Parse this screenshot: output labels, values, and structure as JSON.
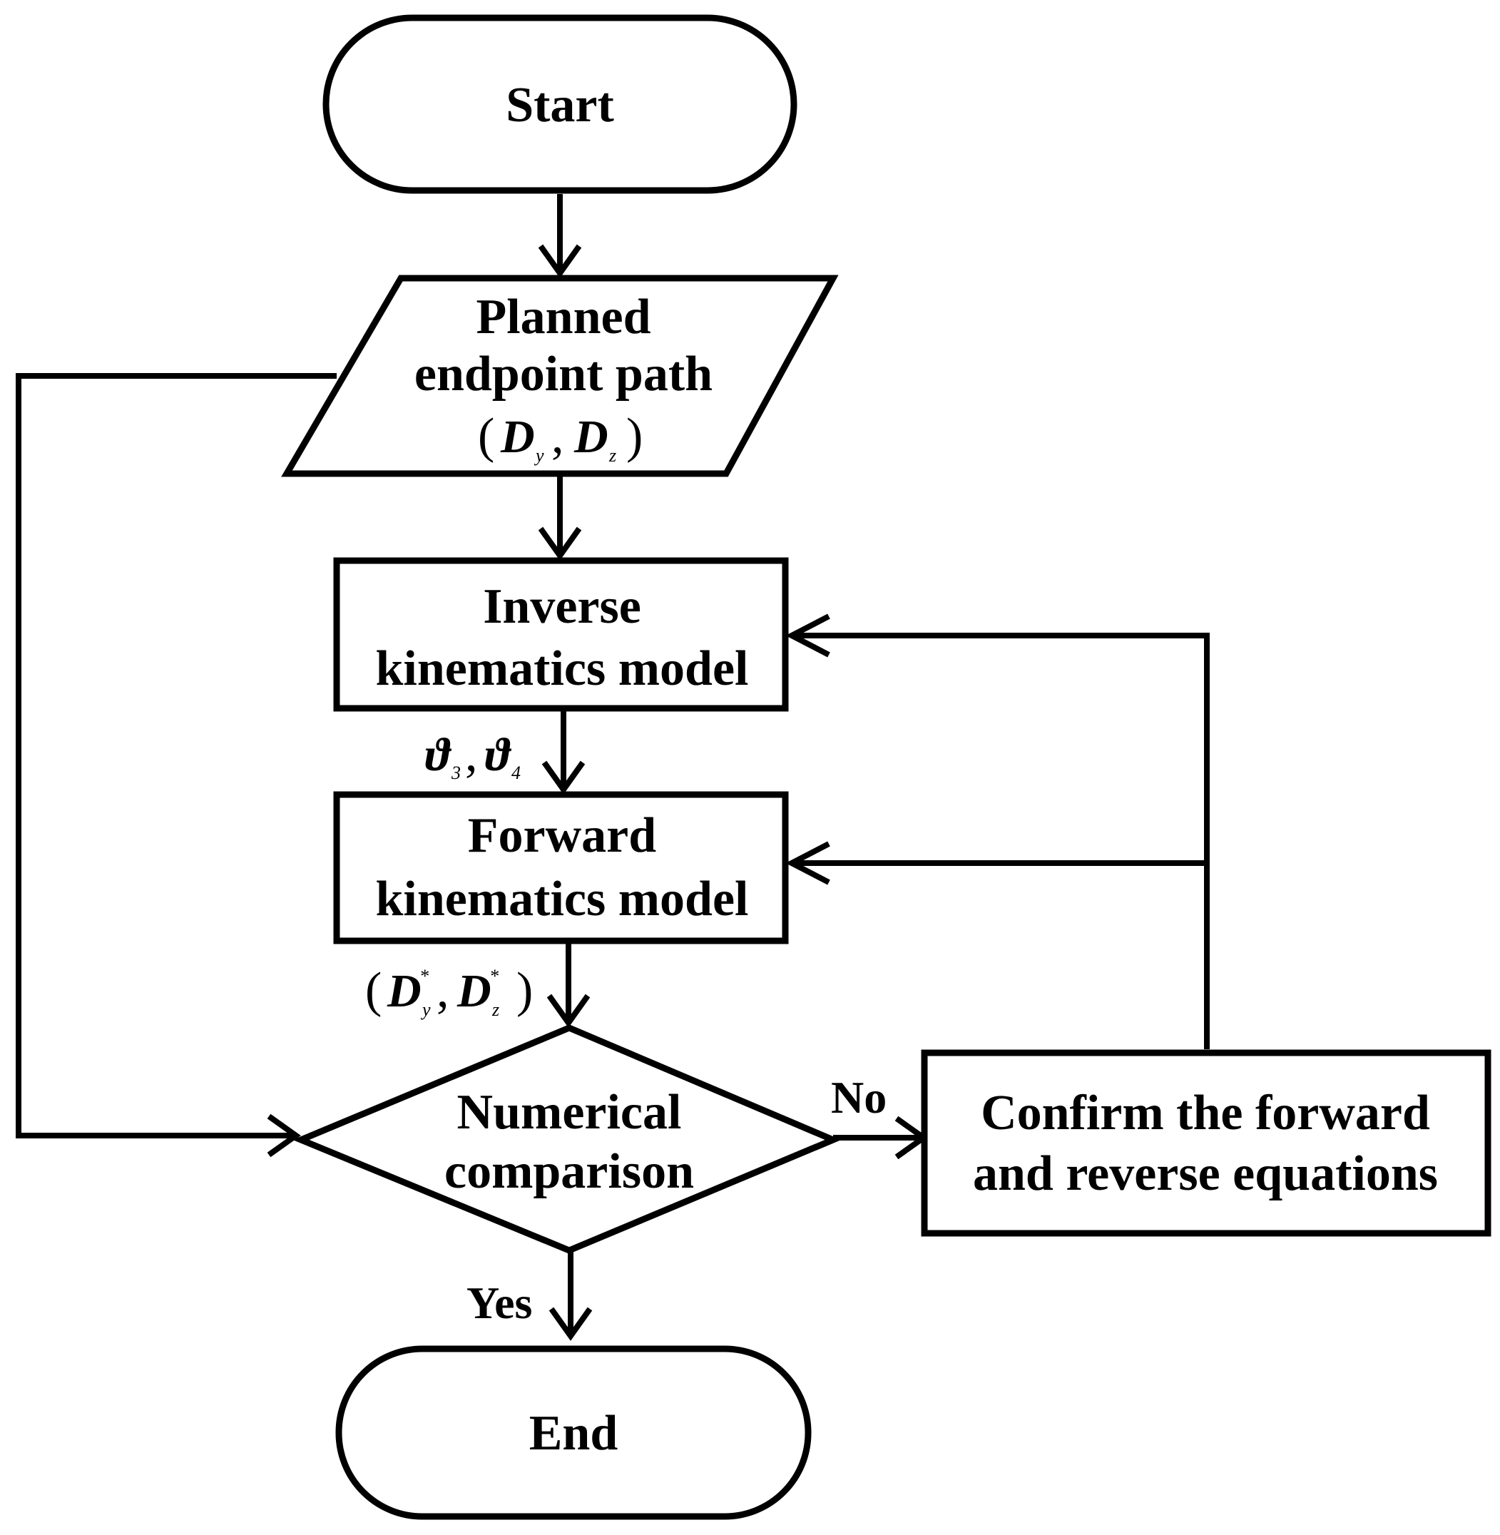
{
  "nodes": {
    "start": {
      "label": "Start"
    },
    "input": {
      "line1": "Planned",
      "line2": "endpoint path",
      "formula": {
        "open": "(",
        "var1": "D",
        "sub1": "y",
        "comma": ",",
        "var2": "D",
        "sub2": "z",
        "close": ")"
      }
    },
    "inverse": {
      "line1": "Inverse",
      "line2": "kinematics model"
    },
    "forward": {
      "line1": "Forward",
      "line2": "kinematics model"
    },
    "decision": {
      "line1": "Numerical",
      "line2": "comparison"
    },
    "confirm": {
      "line1": "Confirm the forward",
      "line2": "and reverse equations"
    },
    "end": {
      "label": "End"
    }
  },
  "edges": {
    "theta_label": {
      "var1": "ϑ",
      "sub1": "3",
      "comma": ",",
      "var2": "ϑ",
      "sub2": "4"
    },
    "dstar_label": {
      "open": "(",
      "var1": "D",
      "sub1": "y",
      "sup1": "*",
      "comma": ",",
      "var2": "D",
      "sub2": "z",
      "sup2": "*",
      "close": ")"
    },
    "no_label": "No",
    "yes_label": "Yes"
  }
}
